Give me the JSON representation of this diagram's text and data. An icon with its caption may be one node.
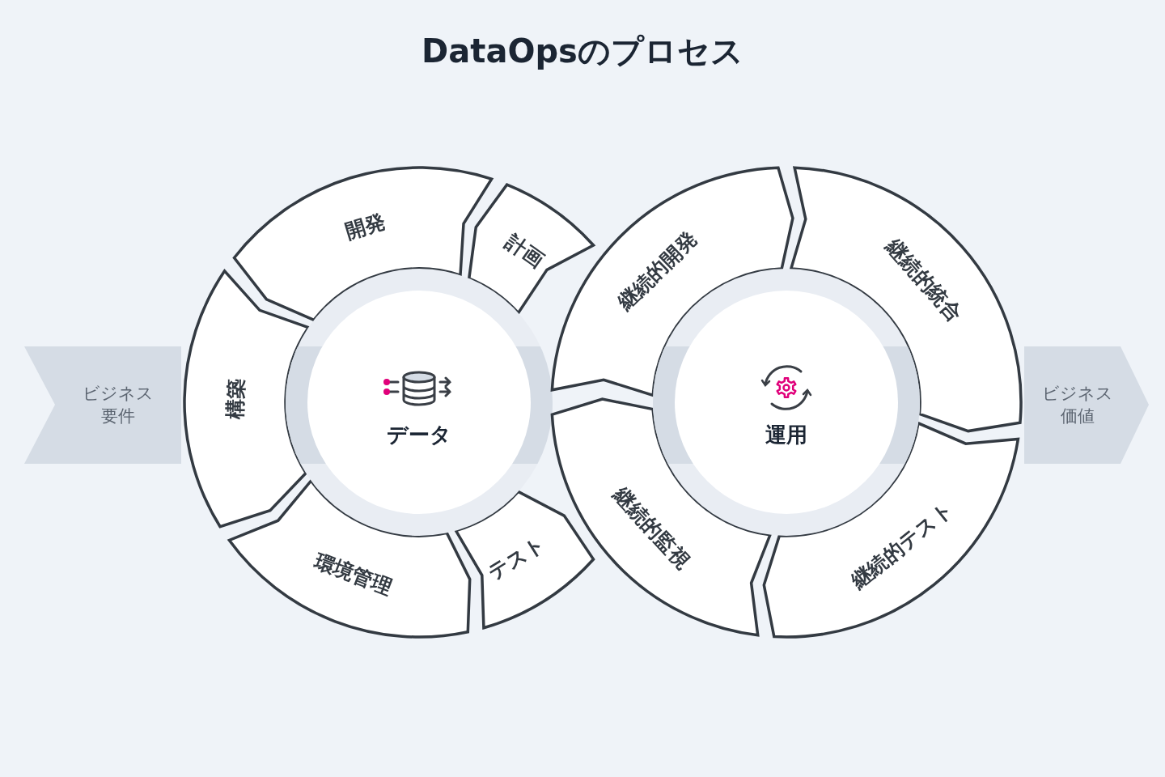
{
  "diagram": {
    "title": "DataOpsのプロセス",
    "nodes": [
      {
        "text": [
          "ビジネス要件"
        ]
      },
      {
        "text": [
          "開発"
        ]
      },
      {
        "text": [
          "計画"
        ]
      },
      {
        "text": [
          "構築"
        ]
      },
      {
        "text": [
          "データ"
        ]
      },
      {
        "text": [
          "環境管理"
        ]
      },
      {
        "text": [
          "テスト"
        ]
      },
      {
        "text": [
          "継続的開発"
        ]
      },
      {
        "text": [
          "継続的統合"
        ]
      },
      {
        "text": [
          "運用"
        ]
      },
      {
        "text": [
          "継続的監視"
        ]
      },
      {
        "text": [
          "継続的テスト"
        ]
      },
      {
        "text": [
          "ビジネス価値"
        ]
      }
    ]
  }
}
